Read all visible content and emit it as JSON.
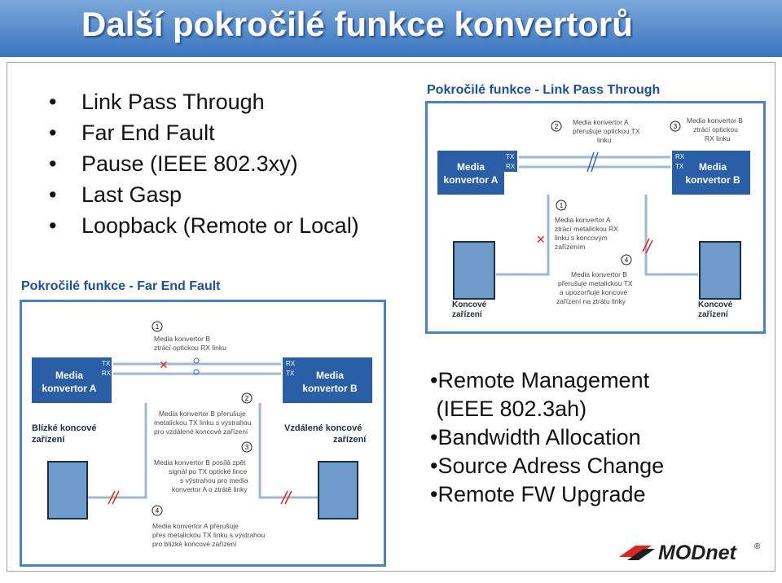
{
  "title": "Další pokročilé funkce konvertorů",
  "bullets_left": [
    "Link Pass Through",
    "Far End Fault",
    "Pause (IEEE 802.3xy)",
    "Last Gasp",
    "Loopback (Remote or Local)"
  ],
  "bullets_right": [
    "•Remote Management",
    " (IEEE 802.3ah)",
    "•Bandwidth Allocation",
    "•Source Adress Change",
    "•Remote FW Upgrade"
  ],
  "diagram_lpt": {
    "title": "Pokročilé funkce - Link Pass Through",
    "conv_a": [
      "Media",
      "konvertor A"
    ],
    "conv_b": [
      "Media",
      "konvertor B"
    ],
    "port_tx": "TX",
    "port_rx": "RX",
    "n1": "1",
    "n2": "2",
    "n3": "3",
    "n4": "4",
    "note1": [
      "Media konvertor A",
      "ztrácí metalickou RX",
      "linku s koncovým",
      "zařízením"
    ],
    "note2": [
      "Media konvertor A",
      "přerušuje optickou TX",
      "linku"
    ],
    "note3": [
      "Media konvertor B",
      "ztrácí optickou",
      "RX linku"
    ],
    "note4": [
      "Media konvertor B",
      "přerušuje metalickou TX",
      "a upozorňuje koncové",
      "zařízení na ztrátu linky"
    ],
    "end_left": [
      "Koncové",
      "zařízení"
    ],
    "end_right": [
      "Koncové",
      "zařízení"
    ]
  },
  "diagram_fef": {
    "title": "Pokročilé funkce - Far End Fault",
    "conv_a": [
      "Media",
      "konvertor A"
    ],
    "conv_b": [
      "Media",
      "konvertor B"
    ],
    "port_tx": "TX",
    "port_rx": "RX",
    "n1": "1",
    "n2": "2",
    "n3": "3",
    "n4": "4",
    "note1": [
      "Media konvertor B",
      "ztrácí optickou RX linku"
    ],
    "note2": [
      "Media konvertor B přerušuje",
      "metalickou TX linku s výstrahou",
      "pro vzdálené koncové zařízení"
    ],
    "note3": [
      "Media konvertor B posílá zpět",
      "signál po TX optické lince",
      "s výstrahou pro media",
      "konvertor A o ztrátě linky"
    ],
    "note4": [
      "Media konvertor A přerušuje",
      "přes metalickou TX linku s výstrahou",
      "pro blízké koncové zařízení"
    ],
    "near_end": [
      "Blízké koncové",
      "zařízení"
    ],
    "far_end": [
      "Vzdálené koncové",
      "zařízení"
    ]
  },
  "logo_text": "MODnet",
  "logo_mark": "®",
  "colors": {
    "title_bg": "#4a82c8",
    "converter": "#2a5fa8",
    "diagram_border": "#4a82c3",
    "logo_red": "#d8281f"
  }
}
